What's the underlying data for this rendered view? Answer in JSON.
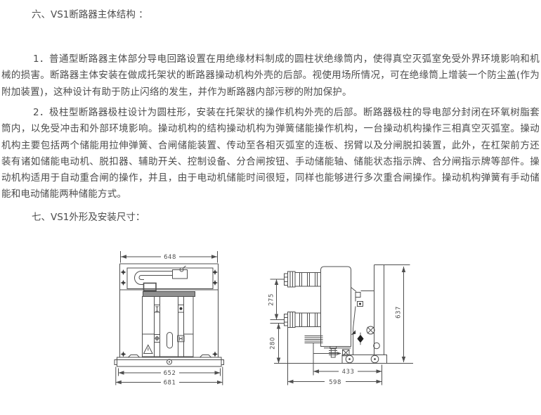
{
  "document": {
    "heading_structure": "六、VS1断路器主体结构 ：",
    "para_common_type": "1．普通型断路器主体部分导电回路设置在用绝缘材料制成的圆柱状绝缘筒内，使得真空灭弧室免受外界环境影响和机械的损害。断路器主体安装在做成托架状的断路器操动机构外壳的后部。视使用场所情况，可在绝缘筒上增装一个防尘盖(作为附加装置)，这种设计有助于防止闪络的发生，并作为断路器内部污秽的附加保护。",
    "para_pole_type": "2．极柱型断路器极柱设计为圆柱形，安装在托架状的操作机构外壳的后部。断路器极柱的导电部分封闭在环氧树脂套筒内，以免受冲击和外部环境影响。操动机构的结构操动机构为弹簧储能操作机构，一台操动机构操作三相真空灭弧室。操动机构主要包括两个储能用拉伸弹簧、合闸储能装置、传动至各相灭弧室的连板、拐臂以及分闸脱扣装置，此外，在杠架前方还装有诸如储能电动机、脱扣器、辅助开关、控制设备、分合闸按钮、手动储能轴、储能状态指示牌、合分闸指示牌等部件。操动机构适用于自动重合闸的操作，并且，由于电动机储能时间很短，同样也能够进行多次重合闸操作。操动机构弹簧有手动储能和电动储能两种储能方式。",
    "heading_dimensions": "七、VS1外形及安装尺寸："
  },
  "figure": {
    "front_view": {
      "dim_top_width": "648",
      "dim_base_width": "652",
      "dim_overall_width": "681"
    },
    "side_view": {
      "dim_pole_spacing": "275",
      "dim_lower_height": "280",
      "dim_total_height": "637",
      "dim_trolley_depth": "433",
      "dim_overall_depth": "598"
    }
  },
  "colors": {
    "text": "#4d4d4d",
    "line": "#4f4f4f",
    "background": "#ffffff"
  }
}
